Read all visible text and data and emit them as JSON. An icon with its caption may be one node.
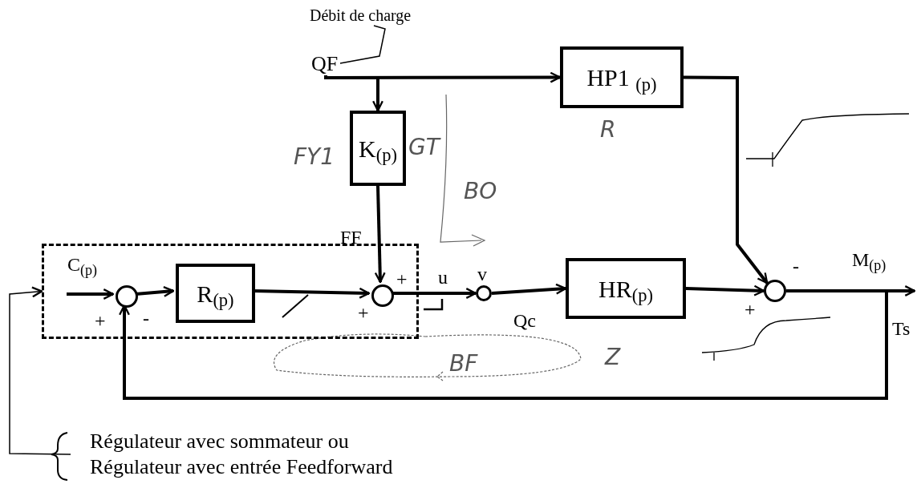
{
  "diagram": {
    "nodes": [
      {
        "text": [],
        "shape": "box"
      },
      {
        "text": [],
        "shape": "circle",
        "in": 0
      },
      {
        "text": [
          "R$_{(p)}$"
        ],
        "in": 0
      },
      {
        "text": [],
        "shape": "circle",
        "in": 0
      },
      {
        "text": [
          "K$_{(p)}$"
        ],
        "beside": [
          "FY1",
          "GT"
        ]
      },
      {
        "text": [
          "HP1 $_{(p)}$"
        ],
        "beside": [
          "R"
        ]
      },
      {
        "text": [],
        "shape": "circle"
      },
      {
        "text": [
          "HR$_{(p)}$"
        ]
      },
      {
        "text": [],
        "shape": "circle"
      },
      {
        "text": [
          "Régulateur avec sommateur ou",
          "Régulateur avec entrée Feedforward"
        ]
      },
      {
        "text": [
          "Débit de charge"
        ]
      },
      {
        "text": [
          "QF"
        ]
      }
    ],
    "edges": [
      {
        "from": null,
        "to": 1,
        "arrow": "to"
      },
      {
        "from": 1,
        "to": 2,
        "arrow": "to"
      },
      {
        "from": 2,
        "to": 3,
        "arrow": "to"
      },
      {
        "from": 4,
        "to": 3,
        "arrow": "to"
      },
      {
        "from": 3,
        "to": 6,
        "arrow": "to"
      },
      {
        "from": 6,
        "to": 7,
        "arrow": "to"
      },
      {
        "from": 7,
        "to": 8,
        "arrow": "to"
      },
      {
        "from": 5,
        "to": 8,
        "arrow": "to"
      },
      {
        "from": 8,
        "to": null,
        "arrow": "to"
      },
      {
        "from": 8,
        "to": 1,
        "arrow": "to"
      },
      {
        "from": 11,
        "to": 4,
        "arrow": "to"
      },
      {
        "from": 11,
        "to": 5,
        "arrow": "to"
      },
      {
        "from": 9,
        "to": 0,
        "arrow": "to"
      },
      {
        "from": 10,
        "to": 11,
        "arrow": "none"
      }
    ],
    "labels": [
      "C$_{(p)}$",
      "+",
      "-",
      "+",
      "+",
      "FF",
      "u",
      "v",
      "Qc",
      "-",
      "+",
      "M$_{(p)}$",
      "Ts",
      "BO",
      "BF",
      "Z"
    ]
  }
}
